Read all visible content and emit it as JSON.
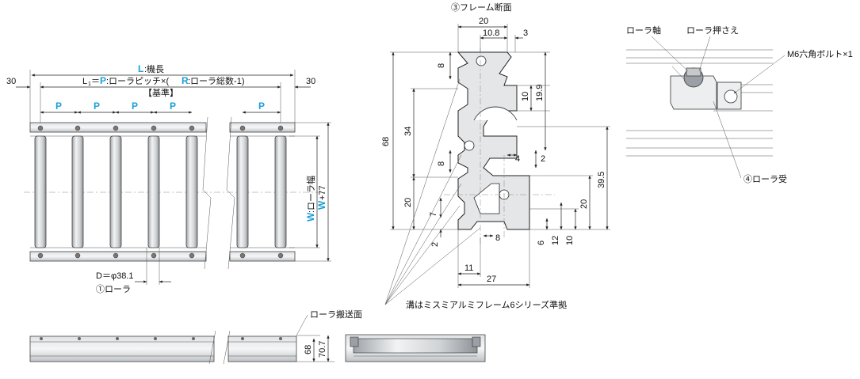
{
  "plan_view": {
    "length_label": ":機長",
    "length_symbol": "L",
    "l1_prefix": "L",
    "l1_sub": "1",
    "l1_eq": "＝",
    "l1_p": "P",
    "l1_mid": ":ローラピッチ×(",
    "l1_r": "R",
    "l1_end": ":ローラ総数-1)",
    "basis": "【基準】",
    "end_left": "30",
    "end_right": "30",
    "pitch_labels": [
      "P",
      "P",
      "P",
      "P",
      "P"
    ],
    "width_prefix": "W",
    "width_label": ":ローラ幅",
    "width_total_prefix": "W",
    "width_total_suffix": "+77",
    "diameter": "D＝φ38.1",
    "roller_callout": "①ローラ"
  },
  "profile": {
    "title": "③フレーム断面",
    "dims_top": [
      "20",
      "10.8",
      "3"
    ],
    "dims_left": [
      "68",
      "34",
      "20",
      "8",
      "8",
      "7",
      "2"
    ],
    "dims_right": [
      "10",
      "19.9",
      "4",
      "2",
      "39.5",
      "20"
    ],
    "dims_bottom": [
      "8",
      "6",
      "12",
      "10",
      "11",
      "27"
    ],
    "groove_note": "溝はミスミアルミフレーム6シリーズ準拠"
  },
  "detail": {
    "axle": "ローラ軸",
    "retainer": "ローラ押さえ",
    "bolt": "M6六角ボルト×1",
    "receiver": "④ローラ受"
  },
  "side_view": {
    "surface": "ローラ搬送面",
    "height_1": "68",
    "height_2": "70.7"
  }
}
